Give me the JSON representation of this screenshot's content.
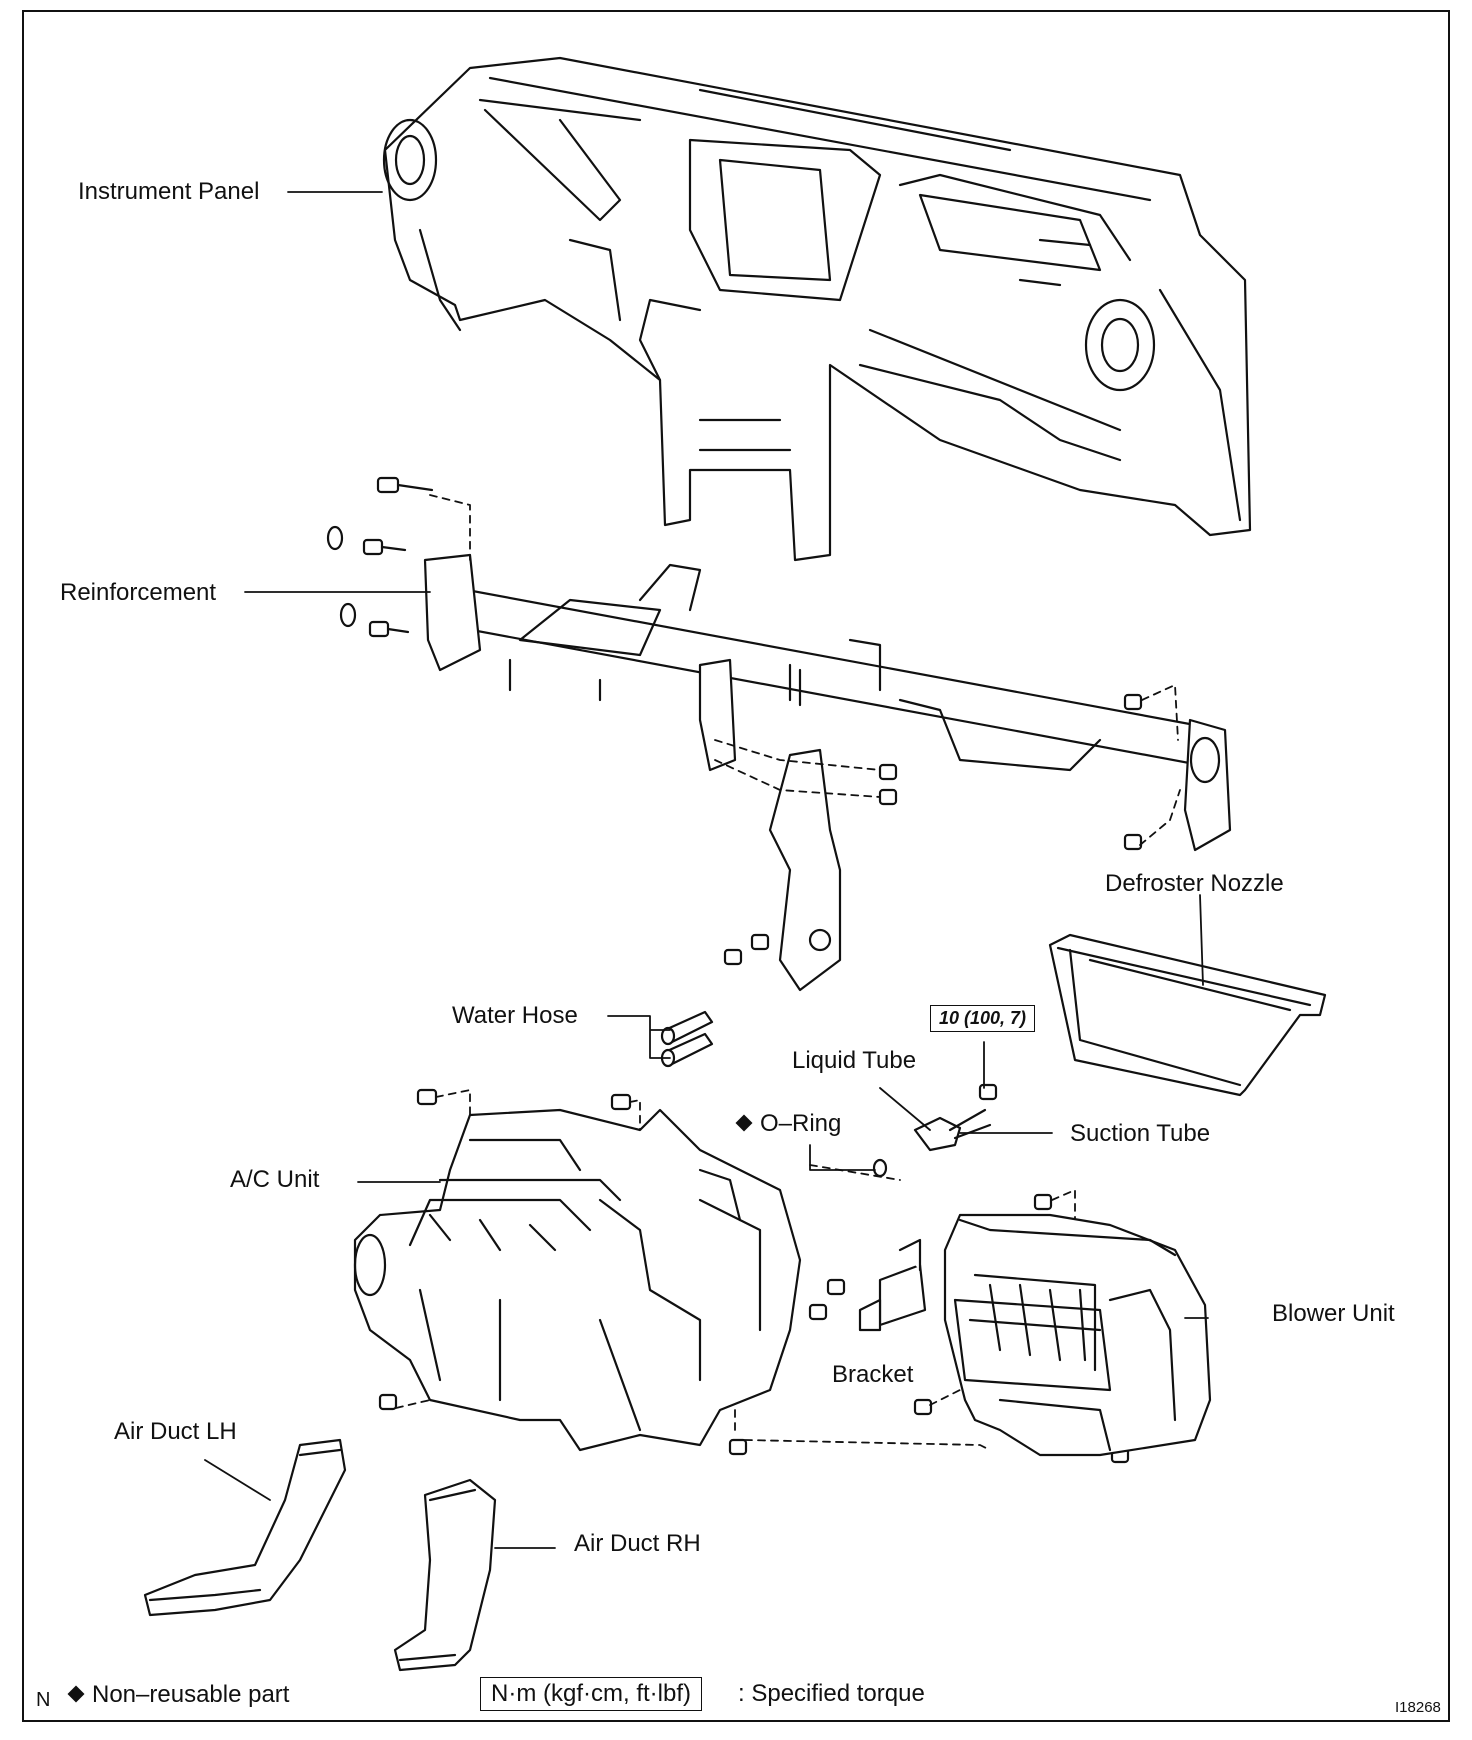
{
  "labels": {
    "instrument_panel": "Instrument Panel",
    "reinforcement": "Reinforcement",
    "defroster_nozzle": "Defroster Nozzle",
    "water_hose": "Water Hose",
    "liquid_tube": "Liquid Tube",
    "o_ring": "O–Ring",
    "suction_tube": "Suction Tube",
    "ac_unit": "A/C Unit",
    "blower_unit": "Blower Unit",
    "bracket": "Bracket",
    "air_duct_lh": "Air Duct LH",
    "air_duct_rh": "Air Duct RH"
  },
  "torque": {
    "value": "10 (100, 7)"
  },
  "legend": {
    "prefix": "N",
    "non_reusable": "Non–reusable part",
    "torque_units": "N·m (kgf·cm, ft·lbf)",
    "torque_desc": ": Specified torque"
  },
  "figure_id": "I18268",
  "colors": {
    "line": "#111111",
    "background": "#ffffff"
  }
}
